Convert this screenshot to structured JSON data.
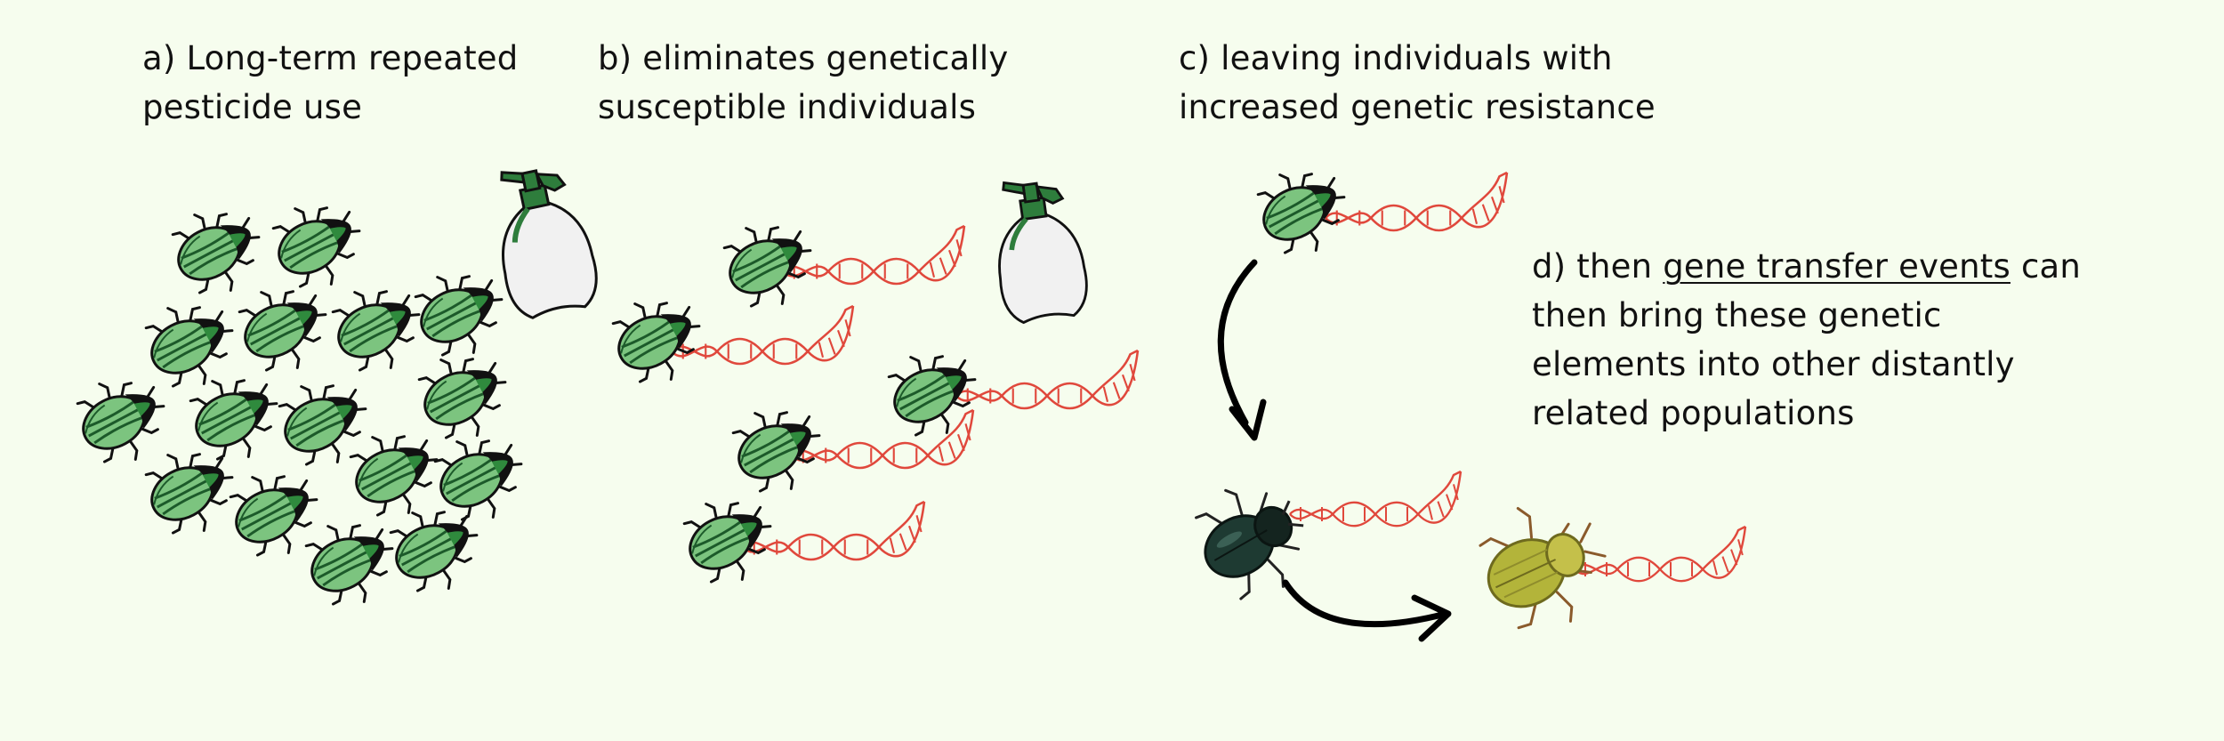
{
  "panel_a": {
    "line1": "a) Long-term repeated",
    "line2": "pesticide use"
  },
  "panel_b": {
    "line1": "b) eliminates genetically",
    "line2": "susceptible individuals"
  },
  "panel_c": {
    "line1": "c) leaving individuals with",
    "line2": "increased genetic resistance"
  },
  "panel_d": {
    "line1_pre": "d) then ",
    "line1_link": "gene transfer events",
    "line1_post": " can",
    "line2": "then bring these genetic",
    "line3": "elements into other distantly",
    "line4": "related populations"
  },
  "colors": {
    "background": "#f6fdee",
    "beetle_green": "#7cc47f",
    "beetle_dark": "#1c5a2a",
    "dna_red": "#e0483c",
    "sprayer_green": "#2e7d3c",
    "bottle_white": "#f1f1f1",
    "dark_beetle": "#1e3a32",
    "yellow_beetle": "#b3b43a",
    "arrow": "#000000"
  },
  "icons": {
    "beetle": "green-beetle-icon",
    "dna": "dna-helix-icon",
    "sprayer": "pesticide-sprayer-icon",
    "arrow": "curved-arrow-icon"
  }
}
